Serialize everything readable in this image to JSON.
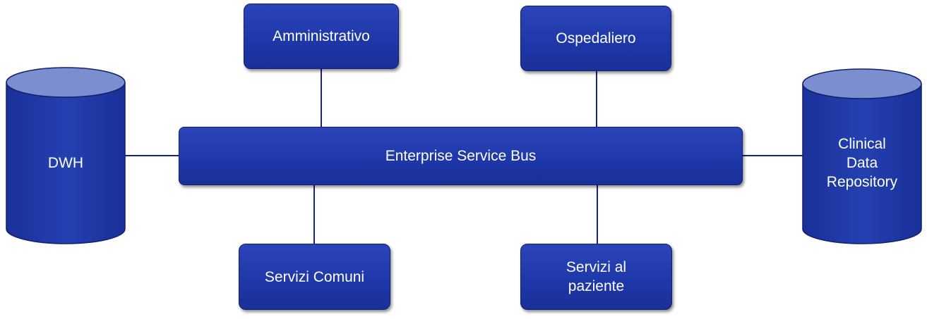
{
  "nodes": {
    "amministrativo": "Amministrativo",
    "ospedaliero": "Ospedaliero",
    "esb": "Enterprise Service Bus",
    "servizi_comuni": "Servizi Comuni",
    "servizi_paziente_line1": "Servizi al",
    "servizi_paziente_line2": "paziente",
    "dwh": "DWH",
    "cdr_line1": "Clinical",
    "cdr_line2": "Data",
    "cdr_line3": "Repository"
  },
  "colors": {
    "box_fill": "#1e37a8",
    "box_border": "#13206b",
    "cylinder_body": "#1e37a8",
    "cylinder_top": "#7b8fd0",
    "connector": "#1a237e",
    "text": "#ffffff"
  }
}
